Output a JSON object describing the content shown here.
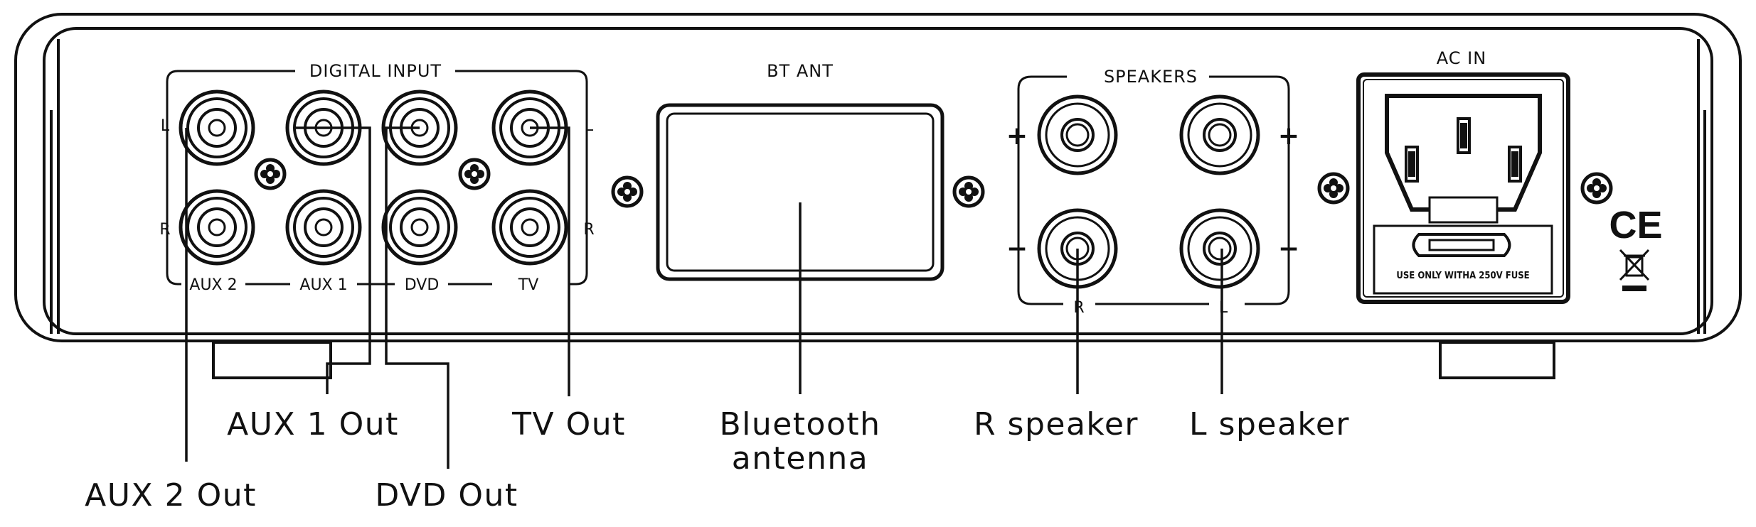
{
  "panel": {
    "digital_input_label": "DIGITAL INPUT",
    "bt_ant_label": "BT ANT",
    "speakers_label": "SPEAKERS",
    "ac_in_label": "AC IN",
    "fuse_warning": "USE ONLY WITHA 250V FUSE",
    "ce_mark": "CE",
    "rca_side_labels": {
      "left": "L",
      "right": "R"
    },
    "input_labels": [
      "AUX 2",
      "AUX 1",
      "DVD",
      "TV"
    ],
    "speaker_channel_labels": {
      "right": "R",
      "left": "L"
    },
    "speaker_polarity": {
      "plus": "+",
      "minus": "−"
    }
  },
  "callouts": {
    "aux2_out": "AUX 2 Out",
    "aux1_out": "AUX 1 Out",
    "dvd_out": "DVD Out",
    "tv_out": "TV Out",
    "bluetooth_antenna_line1": "Bluetooth",
    "bluetooth_antenna_line2": "antenna",
    "r_speaker": "R speaker",
    "l_speaker": "L speaker"
  }
}
